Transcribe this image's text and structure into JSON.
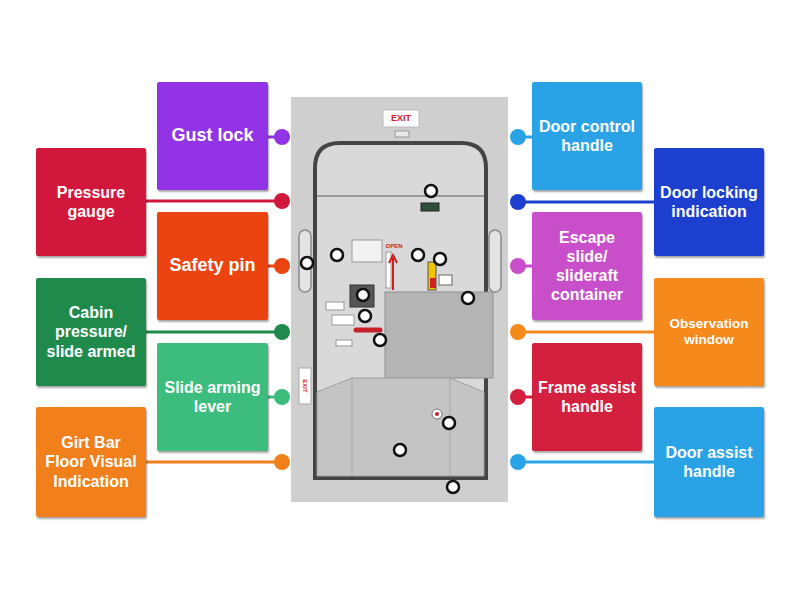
{
  "diagram": {
    "nodes": [
      {
        "text": [
          "Gust lock"
        ]
      },
      {
        "text": [
          "Door control handle"
        ]
      },
      {
        "text": [
          "Pressure gauge"
        ]
      },
      {
        "text": [
          "Door locking indication"
        ]
      },
      {
        "text": [
          "Safety pin"
        ]
      },
      {
        "text": [
          "Escape slide/ slideraft container"
        ]
      },
      {
        "text": [
          "Cabin pressure/ slide armed"
        ]
      },
      {
        "text": [
          "Observation window"
        ]
      },
      {
        "text": [
          "Slide arming lever"
        ]
      },
      {
        "text": [
          "Frame assist handle"
        ]
      },
      {
        "text": [
          "Girt Bar Floor Visual Indication"
        ]
      },
      {
        "text": [
          "Door assist handle"
        ]
      }
    ],
    "labels": [
      "EXIT",
      "OPEN",
      "EXIT"
    ]
  }
}
